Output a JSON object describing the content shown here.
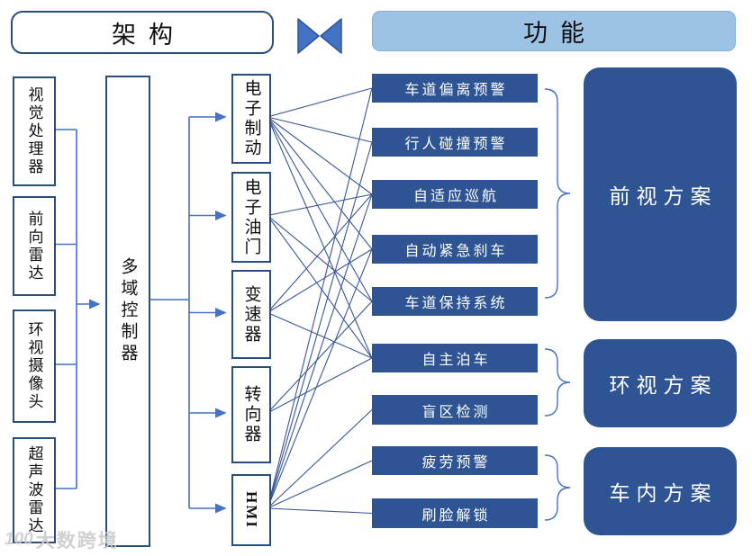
{
  "headers": {
    "left": "架构",
    "right": "功能"
  },
  "sensors": [
    "视觉处理器",
    "前向雷达",
    "环视摄像头",
    "超声波雷达"
  ],
  "controller": "多域控制器",
  "actuators": [
    "电子制动",
    "电子油门",
    "变速器",
    "转向器",
    "HMI"
  ],
  "functions": [
    "车道偏离预警",
    "行人碰撞预警",
    "自适应巡航",
    "自动紧急刹车",
    "车道保持系统",
    "自主泊车",
    "盲区检测",
    "疲劳预警",
    "刷脸解锁"
  ],
  "solutions": [
    {
      "label": "前视方案",
      "functions": [
        "车道偏离预警",
        "行人碰撞预警",
        "自适应巡航",
        "自动紧急刹车",
        "车道保持系统"
      ]
    },
    {
      "label": "环视方案",
      "functions": [
        "自主泊车",
        "盲区检测"
      ]
    },
    {
      "label": "车内方案",
      "functions": [
        "疲劳预警",
        "刷脸解锁"
      ]
    }
  ],
  "links": [
    {
      "from": "电子制动",
      "to": [
        "车道偏离预警",
        "行人碰撞预警",
        "自适应巡航",
        "自动紧急刹车",
        "车道保持系统",
        "自主泊车"
      ]
    },
    {
      "from": "电子油门",
      "to": [
        "自适应巡航",
        "车道保持系统",
        "自主泊车"
      ]
    },
    {
      "from": "变速器",
      "to": [
        "自适应巡航",
        "自动紧急刹车",
        "自主泊车"
      ]
    },
    {
      "from": "转向器",
      "to": [
        "车道保持系统",
        "自主泊车"
      ]
    },
    {
      "from": "HMI",
      "to": [
        "车道偏离预警",
        "行人碰撞预警",
        "自适应巡航",
        "自动紧急刹车",
        "盲区检测",
        "疲劳预警",
        "刷脸解锁"
      ]
    }
  ],
  "watermark": {
    "logo": "100",
    "text": "大数跨境"
  },
  "colors": {
    "box_fill": "#2E5494",
    "border": "#2A4E7E",
    "light_blue": "#9CC2E5",
    "connector": "#4472C4",
    "wire": "#3A5795",
    "watermark": "#C9C9C9"
  }
}
